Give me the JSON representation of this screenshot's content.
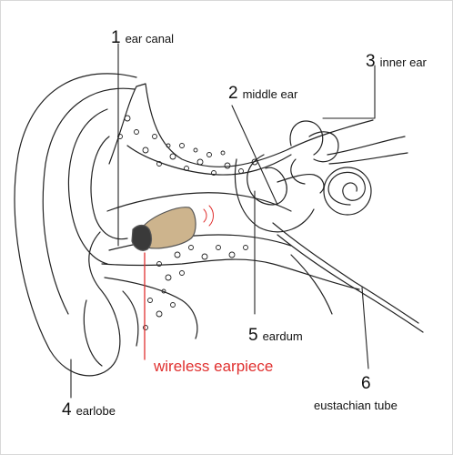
{
  "labels": {
    "ear_canal": {
      "num": "1",
      "text": "ear canal"
    },
    "middle_ear": {
      "num": "2",
      "text": "middle ear"
    },
    "inner_ear": {
      "num": "3",
      "text": "inner ear"
    },
    "earlobe": {
      "num": "4",
      "text": "earlobe"
    },
    "eardrum": {
      "num": "5",
      "text": "eardum"
    },
    "eustachian_tube": {
      "num": "6",
      "text": "eustachian tube"
    }
  },
  "earpiece_label": "wireless earpiece",
  "colors": {
    "line": "#222222",
    "earpiece_body": "#cdb48d",
    "earpiece_tip": "#3a3a3a",
    "callout_red": "#e0302f"
  }
}
